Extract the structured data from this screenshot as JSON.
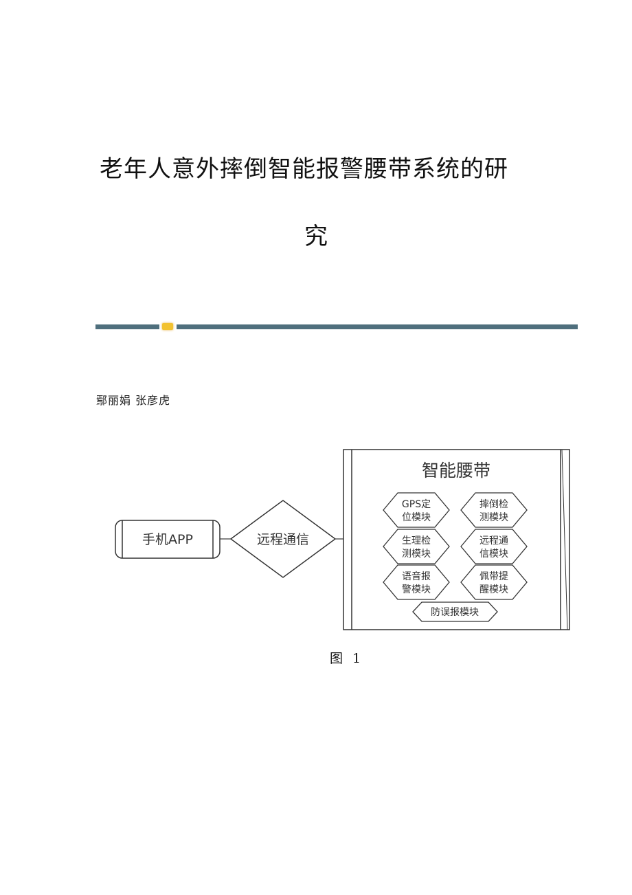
{
  "title": {
    "line1": "老年人意外摔倒智能报警腰带系统的研",
    "line2": "究"
  },
  "authors": "鄢丽娟 张彦虎",
  "figure": {
    "app_label": "手机APP",
    "comm_label": "远程通信",
    "belt_title": "智能腰带",
    "modules": [
      {
        "line1": "GPS定",
        "line2": "位模块"
      },
      {
        "line1": "摔倒检",
        "line2": "测模块"
      },
      {
        "line1": "生理检",
        "line2": "测模块"
      },
      {
        "line1": "远程通",
        "line2": "信模块"
      },
      {
        "line1": "语音报",
        "line2": "警模块"
      },
      {
        "line1": "佩带提",
        "line2": "醒模块"
      }
    ],
    "bottom_module": "防误报模块",
    "caption": "图 1"
  },
  "colors": {
    "divider": "#4f6f7d",
    "divider_icon": "#f2c230"
  }
}
